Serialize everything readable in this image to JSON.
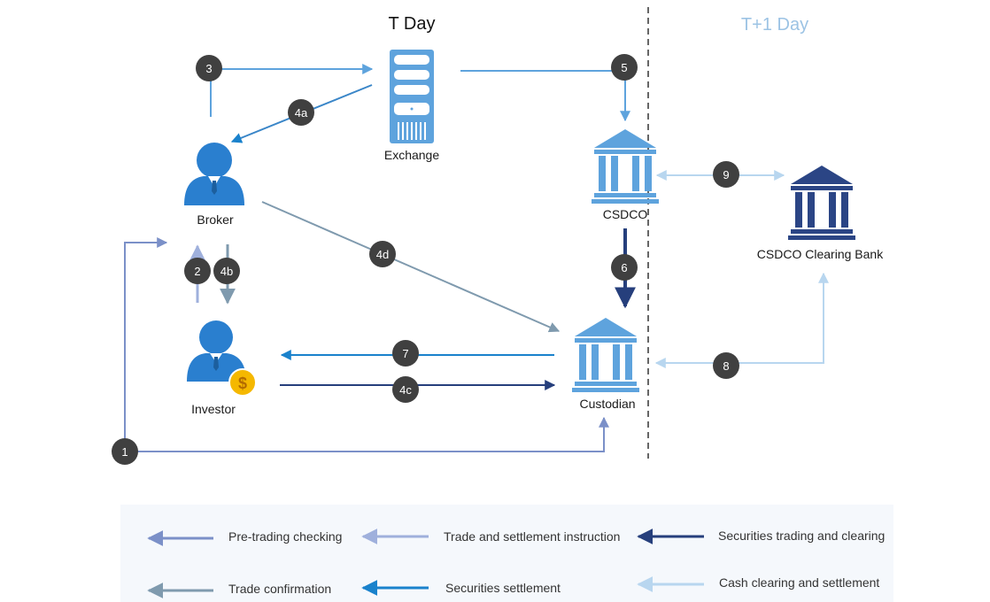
{
  "headings": {
    "t_day": "T Day",
    "t1_day": "T+1 Day"
  },
  "nodes": {
    "exchange": "Exchange",
    "broker": "Broker",
    "investor": "Investor",
    "csdco": "CSDCO",
    "custodian": "Custodian",
    "clearing_bank": "CSDCO Clearing Bank"
  },
  "steps": {
    "s1": "1",
    "s2": "2",
    "s3": "3",
    "s4a": "4a",
    "s4b": "4b",
    "s4c": "4c",
    "s4d": "4d",
    "s5": "5",
    "s6": "6",
    "s7": "7",
    "s8": "8",
    "s9": "9"
  },
  "legend": {
    "pre_trading": "Pre-trading checking",
    "trade_instruction": "Trade and settlement instruction",
    "securities_clearing": "Securities trading and clearing",
    "trade_confirmation": "Trade confirmation",
    "securities_settlement": "Securities settlement",
    "cash_clearing": "Cash clearing and settlement"
  },
  "colors": {
    "pre_trading": "#7b90c8",
    "trade_instruction": "#9fb0dc",
    "securities_clearing": "#263f7c",
    "trade_confirmation": "#7f9aae",
    "securities_settlement": "#1a82cc",
    "cash_clearing": "#b8d6ef",
    "t1_heading": "#9cc3e4",
    "badge": "#404040",
    "building_light": "#5ea3dd",
    "building_dark": "#2b4585",
    "person": "#2a7fcf"
  }
}
